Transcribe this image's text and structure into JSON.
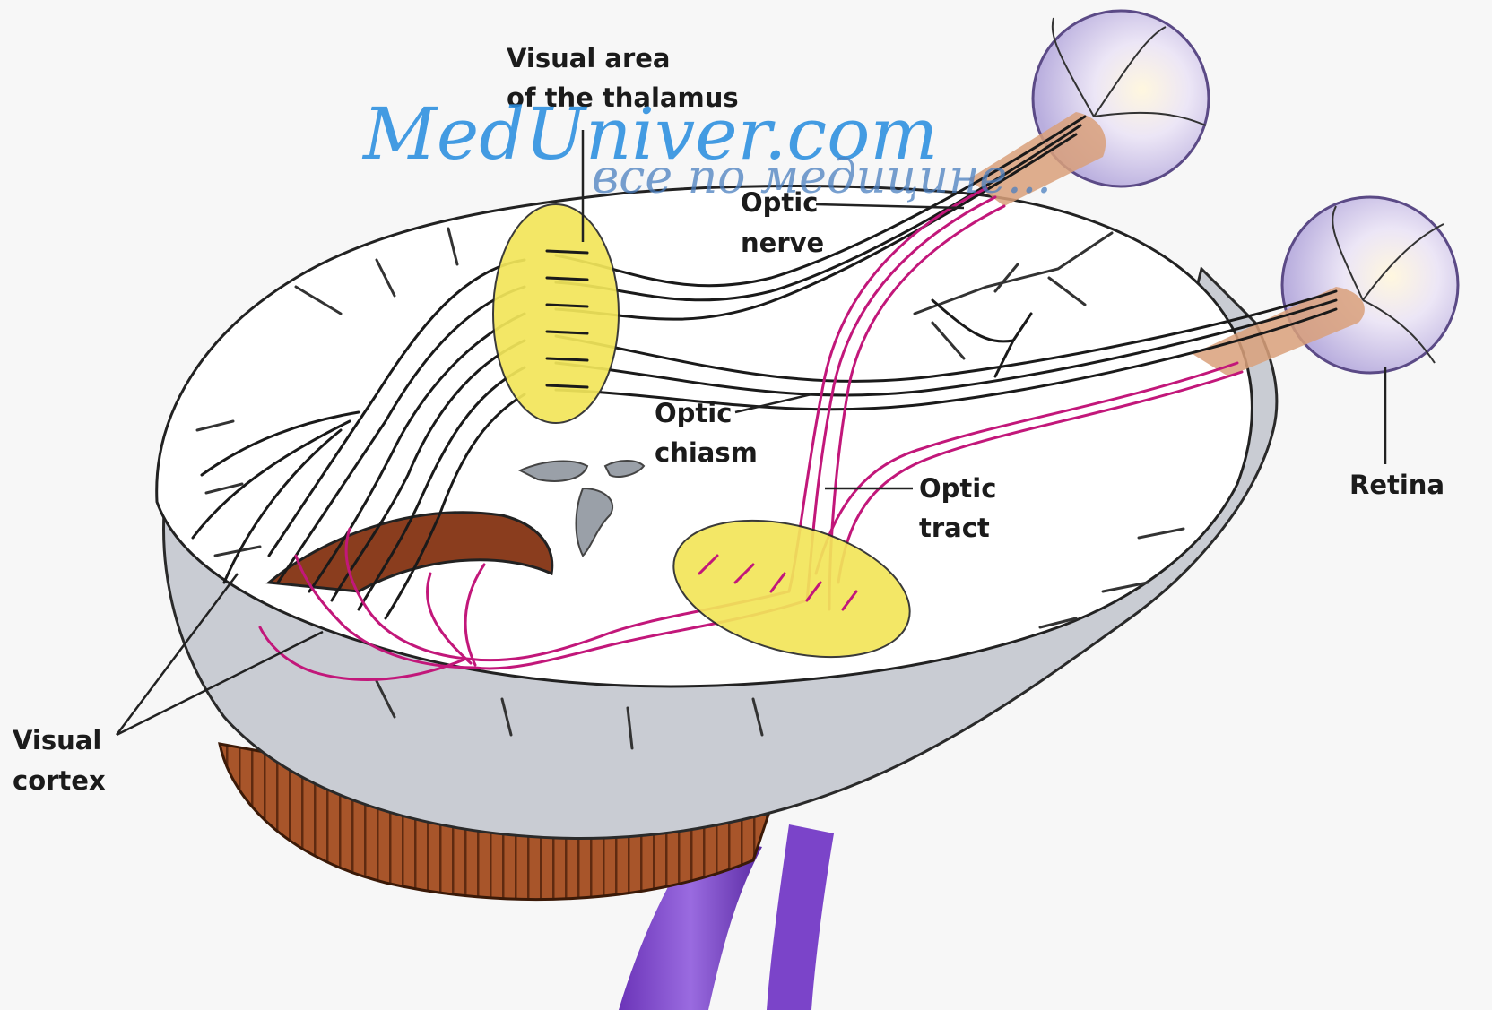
{
  "labels": {
    "thalamus_line1": "Visual area",
    "thalamus_line2": "of the thalamus",
    "optic_nerve_line1": "Optic",
    "optic_nerve_line2": "nerve",
    "optic_chiasm_line1": "Optic",
    "optic_chiasm_line2": "chiasm",
    "optic_tract_line1": "Optic",
    "optic_tract_line2": "tract",
    "retina": "Retina",
    "visual_cortex_line1": "Visual",
    "visual_cortex_line2": "cortex"
  },
  "watermark": {
    "main": "MedUniver.com",
    "sub": "все по медицине..."
  },
  "colors": {
    "background": "#f7f7f7",
    "brain_fill": "#ffffff",
    "cortex_gray": "#c9ccd3",
    "cerebellum": "#9b4a24",
    "brainstem": "#7b44c9",
    "thalamus_yellow": "#f2e65a",
    "pathway_magenta": "#c2177a",
    "nerve_black": "#1a1a1a",
    "eyeball": "#ddd6f0",
    "watermark_blue": "#2b8fe0"
  }
}
